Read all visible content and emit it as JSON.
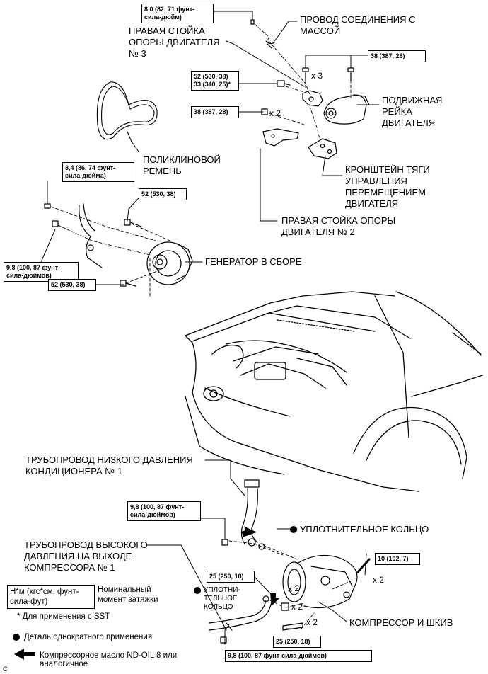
{
  "labels": {
    "ground_wire": "ПРОВОД СОЕДИНЕНИЯ С\nМАССОЙ",
    "right_mount_3": "ПРАВАЯ СТОЙКА\nОПОРЫ ДВИГАТЕЛЯ\n№ 3",
    "movable_rail": "ПОДВИЖНАЯ\nРЕЙКА\nДВИГАТЕЛЯ",
    "v_belt": "ПОЛИКЛИНОВОЙ\nРЕМЕНЬ",
    "bracket": "КРОНШТЕЙН ТЯГИ\nУПРАВЛЕНИЯ\nПЕРЕМЕЩЕНИЕМ\nДВИГАТЕЛЯ",
    "right_mount_2": "ПРАВАЯ СТОЙКА ОПОРЫ\nДВИГАТЕЛЯ № 2",
    "alternator": "ГЕНЕРАТОР В СБОРЕ",
    "low_pressure_pipe": "ТРУБОПРОВОД НИЗКОГО ДАВЛЕНИЯ\nКОНДИЦИОНЕРА № 1",
    "o_ring_1": "УПЛОТНИТЕЛЬНОЕ КОЛЬЦО",
    "high_pressure_pipe": "ТРУБОПРОВОД ВЫСОКОГО\nДАВЛЕНИЯ НА ВЫХОДЕ\nКОМПРЕССОРА № 1",
    "o_ring_2": "УПЛОТНИ-\nТЕЛЬНОЕ\nКОЛЬЦО",
    "compressor": "КОМПРЕССОР И ШКИВ"
  },
  "torques": {
    "t_8_0": "8,0 (82, 71 фунт-\nсила-дюйм)",
    "t_38_top": "38 (387, 28)",
    "t_52_33": "52 (530, 38)\n33 (340, 25)*",
    "t_38_left": "38 (387, 28)",
    "t_8_4": "8,4 (86, 74 фунт-\nсила-дюйма)",
    "t_52_mid": "52 (530, 38)",
    "t_9_8_a": "9,8 (100, 87 фунт-\nсила-дюймов)",
    "t_52_low": "52 (530, 38)",
    "t_9_8_b": "9,8 (100, 87 фунт-\nсила-дюймов)",
    "t_25_a": "25 (250, 18)",
    "t_10": "10 (102, 7)",
    "t_25_b": "25 (250, 18)",
    "t_9_8_c": "9,8 (100, 87 фунт-сила-дюймов)"
  },
  "multipliers": {
    "x3": "x 3",
    "x2_a": "x 2",
    "x2_b": "x 2",
    "x2_c": "x 2",
    "x2_d": "x 2"
  },
  "legend": {
    "unit_box": "Н*м (кгс*см, фунт-\nсила-фут)",
    "unit_desc": "Номинальный\nмомент затяжки",
    "sst": "* Для применения с SST",
    "single_use": "Деталь однократного применения",
    "oil": "Компрессорное масло ND-OIL 8 или\nаналогичное"
  },
  "corner_mark": "C"
}
